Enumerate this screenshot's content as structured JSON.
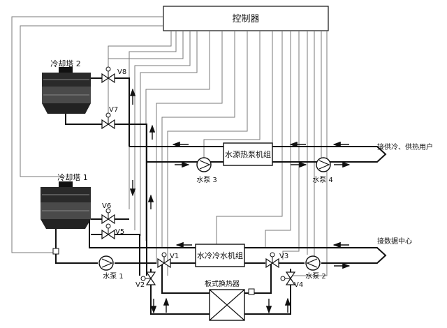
{
  "controller": {
    "label": "控制器"
  },
  "cooling_towers": [
    {
      "label": "冷却塔 2"
    },
    {
      "label": "冷却塔 1"
    }
  ],
  "units": {
    "heat_pump": "水源热泵机组",
    "chiller": "水冷冷水机组",
    "plate_hx": "板式换热器"
  },
  "pumps": {
    "p1": "水泵 1",
    "p2": "水泵 2",
    "p3": "水泵 3",
    "p4": "水泵 4"
  },
  "valves": {
    "v1": "V1",
    "v2": "V2",
    "v3": "V3",
    "v4": "V4",
    "v5": "V5",
    "v6": "V6",
    "v7": "V7",
    "v8": "V8"
  },
  "external": {
    "heating_users": "接供冷、供热用户",
    "data_center": "接数据中心"
  }
}
